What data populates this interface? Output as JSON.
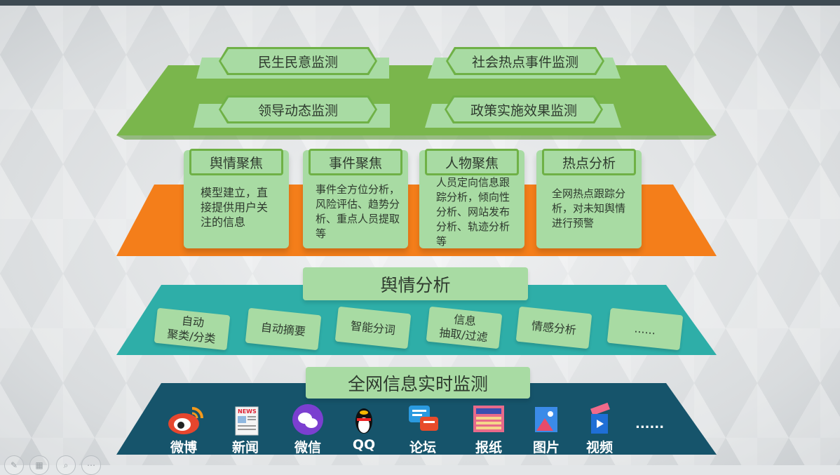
{
  "colors": {
    "green_layer": "#7ab64c",
    "orange_layer": "#f47e1a",
    "teal_layer": "#2eaea8",
    "navy_layer": "#16546b",
    "pale_green": "#a8dba3",
    "text": "#2e3a2e"
  },
  "top_layer": {
    "items": [
      "民生民意监测",
      "社会热点事件监测",
      "领导动态监测",
      "政策实施效果监测"
    ]
  },
  "focus_layer": {
    "cards": [
      {
        "title": "舆情聚焦",
        "text": "模型建立，直接提供用户关注的信息"
      },
      {
        "title": "事件聚焦",
        "text": "事件全方位分析，风险评估、趋势分析、重点人员提取等"
      },
      {
        "title": "人物聚焦",
        "text": "人员定向信息跟踪分析，倾向性分析、网站发布分析、轨迹分析等"
      },
      {
        "title": "热点分析",
        "text": "全网热点跟踪分析，对未知舆情进行预警"
      }
    ]
  },
  "analysis_layer": {
    "title": "舆情分析",
    "tiles": [
      {
        "line1": "自动",
        "line2": "聚类/分类"
      },
      {
        "line1": "自动摘要",
        "line2": ""
      },
      {
        "line1": "智能分词",
        "line2": ""
      },
      {
        "line1": "信息",
        "line2": "抽取/过滤"
      },
      {
        "line1": "情感分析",
        "line2": ""
      },
      {
        "line1": "......",
        "line2": ""
      }
    ]
  },
  "monitor_layer": {
    "title": "全网信息实时监测",
    "sources": [
      {
        "label": "微博",
        "icon": "weibo-icon"
      },
      {
        "label": "新闻",
        "icon": "news-icon"
      },
      {
        "label": "微信",
        "icon": "wechat-icon"
      },
      {
        "label": "QQ",
        "icon": "qq-icon"
      },
      {
        "label": "论坛",
        "icon": "forum-icon"
      },
      {
        "label": "报纸",
        "icon": "newspaper-icon"
      },
      {
        "label": "图片",
        "icon": "picture-icon"
      },
      {
        "label": "视频",
        "icon": "video-icon"
      },
      {
        "label": "......",
        "icon": ""
      }
    ]
  }
}
